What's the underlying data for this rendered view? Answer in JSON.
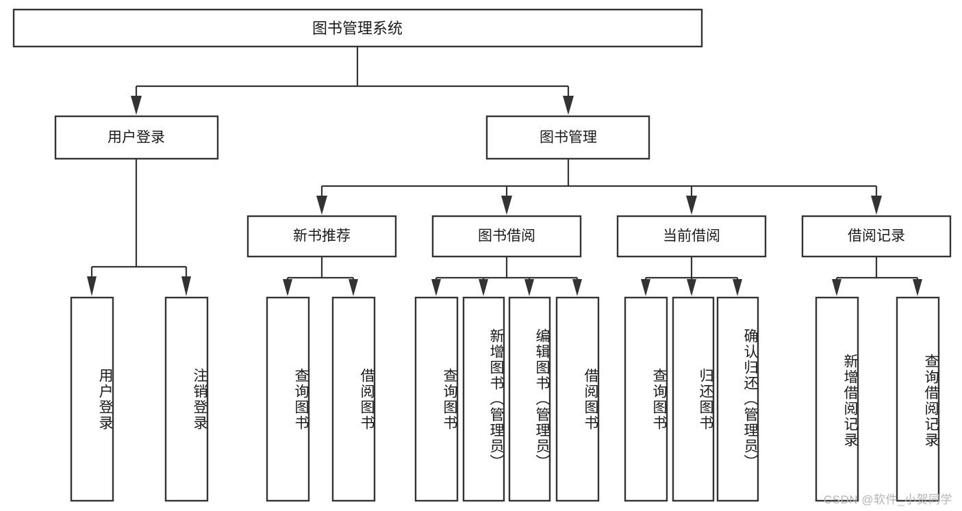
{
  "diagram": {
    "type": "tree",
    "title": "图书管理系统",
    "root": {
      "id": "root",
      "label": "图书管理系统",
      "orientation": "horizontal"
    },
    "level1": [
      {
        "id": "user-login",
        "label": "用户登录",
        "orientation": "horizontal"
      },
      {
        "id": "book-management",
        "label": "图书管理",
        "orientation": "horizontal"
      }
    ],
    "level2": [
      {
        "id": "new-book-recommend",
        "label": "新书推荐",
        "parent": "book-management",
        "orientation": "horizontal"
      },
      {
        "id": "book-borrow",
        "label": "图书借阅",
        "parent": "book-management",
        "orientation": "horizontal"
      },
      {
        "id": "current-borrow",
        "label": "当前借阅",
        "parent": "book-management",
        "orientation": "horizontal"
      },
      {
        "id": "borrow-record",
        "label": "借阅记录",
        "parent": "book-management",
        "orientation": "horizontal"
      }
    ],
    "leaves": [
      {
        "id": "leaf-user-login",
        "label": "用户登录",
        "parent": "user-login",
        "orientation": "vertical"
      },
      {
        "id": "leaf-user-logout",
        "label": "注销登录",
        "parent": "user-login",
        "orientation": "vertical"
      },
      {
        "id": "leaf-query-book-1",
        "label": "查询图书",
        "parent": "new-book-recommend",
        "orientation": "vertical"
      },
      {
        "id": "leaf-borrow-book-1",
        "label": "借阅图书",
        "parent": "new-book-recommend",
        "orientation": "vertical"
      },
      {
        "id": "leaf-query-book-2",
        "label": "查询图书",
        "parent": "book-borrow",
        "orientation": "vertical"
      },
      {
        "id": "leaf-add-book",
        "label": "新增图书（管理员）",
        "parent": "book-borrow",
        "orientation": "vertical"
      },
      {
        "id": "leaf-edit-book",
        "label": "编辑图书（管理员）",
        "parent": "book-borrow",
        "orientation": "vertical"
      },
      {
        "id": "leaf-borrow-book-2",
        "label": "借阅图书",
        "parent": "book-borrow",
        "orientation": "vertical"
      },
      {
        "id": "leaf-query-book-3",
        "label": "查询图书",
        "parent": "current-borrow",
        "orientation": "vertical"
      },
      {
        "id": "leaf-return-book",
        "label": "归还图书",
        "parent": "current-borrow",
        "orientation": "vertical"
      },
      {
        "id": "leaf-confirm-return",
        "label": "确认归还（管理员）",
        "parent": "current-borrow",
        "orientation": "vertical"
      },
      {
        "id": "leaf-add-record",
        "label": "新增借阅记录",
        "parent": "borrow-record",
        "orientation": "vertical"
      },
      {
        "id": "leaf-query-record",
        "label": "查询借阅记录",
        "parent": "borrow-record",
        "orientation": "vertical"
      }
    ]
  },
  "watermark": {
    "text": "CSDN @软件_小贺同学"
  },
  "colors": {
    "box_stroke": "#333333",
    "box_fill": "#ffffff",
    "connector": "#333333",
    "text": "#1a1a1a",
    "watermark": "#b4b4b4",
    "background": "#ffffff"
  }
}
